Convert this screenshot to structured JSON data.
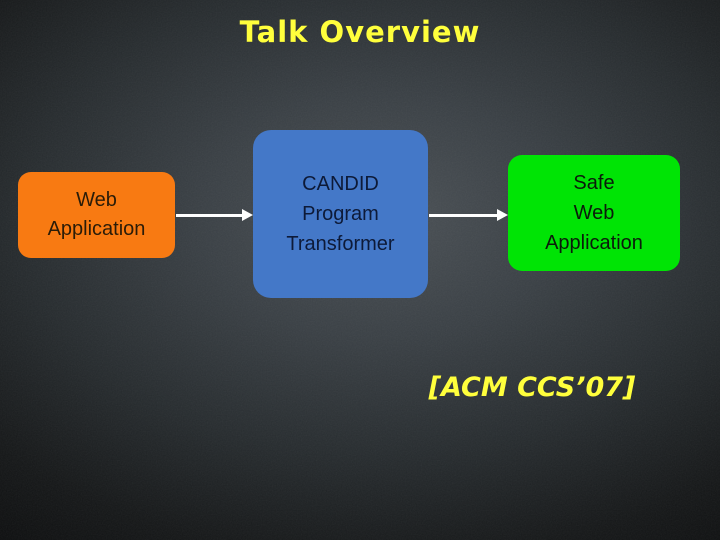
{
  "slide": {
    "title": "Talk Overview",
    "citation": "[ACM CCS’07]",
    "diagram": {
      "nodes": [
        {
          "id": "web-application",
          "label_lines": [
            "Web",
            "Application"
          ]
        },
        {
          "id": "candid-program-transformer",
          "label_lines": [
            "CANDID",
            "Program",
            "Transformer"
          ]
        },
        {
          "id": "safe-web-application",
          "label_lines": [
            "Safe",
            "Web",
            "Application"
          ]
        }
      ],
      "connectors": [
        {
          "from": "Web Application",
          "to": "CANDID Program Transformer",
          "style": "arrow-right"
        },
        {
          "from": "CANDID Program Transformer",
          "to": "Safe Web Application",
          "style": "arrow-right"
        }
      ]
    },
    "colors": {
      "title_text": "#FFFF3C",
      "citation_text": "#FFFF3C",
      "node_input_fill": "#F87A12",
      "node_input_text": "#2A1C08",
      "node_process_fill": "#4478C8",
      "node_process_text": "#0D1A38",
      "node_output_fill": "#00E405",
      "node_output_text": "#0B1B0B",
      "arrow": "#FFFFFF",
      "background_center": "#4B5156",
      "background_edge": "#0B0C0D"
    }
  }
}
